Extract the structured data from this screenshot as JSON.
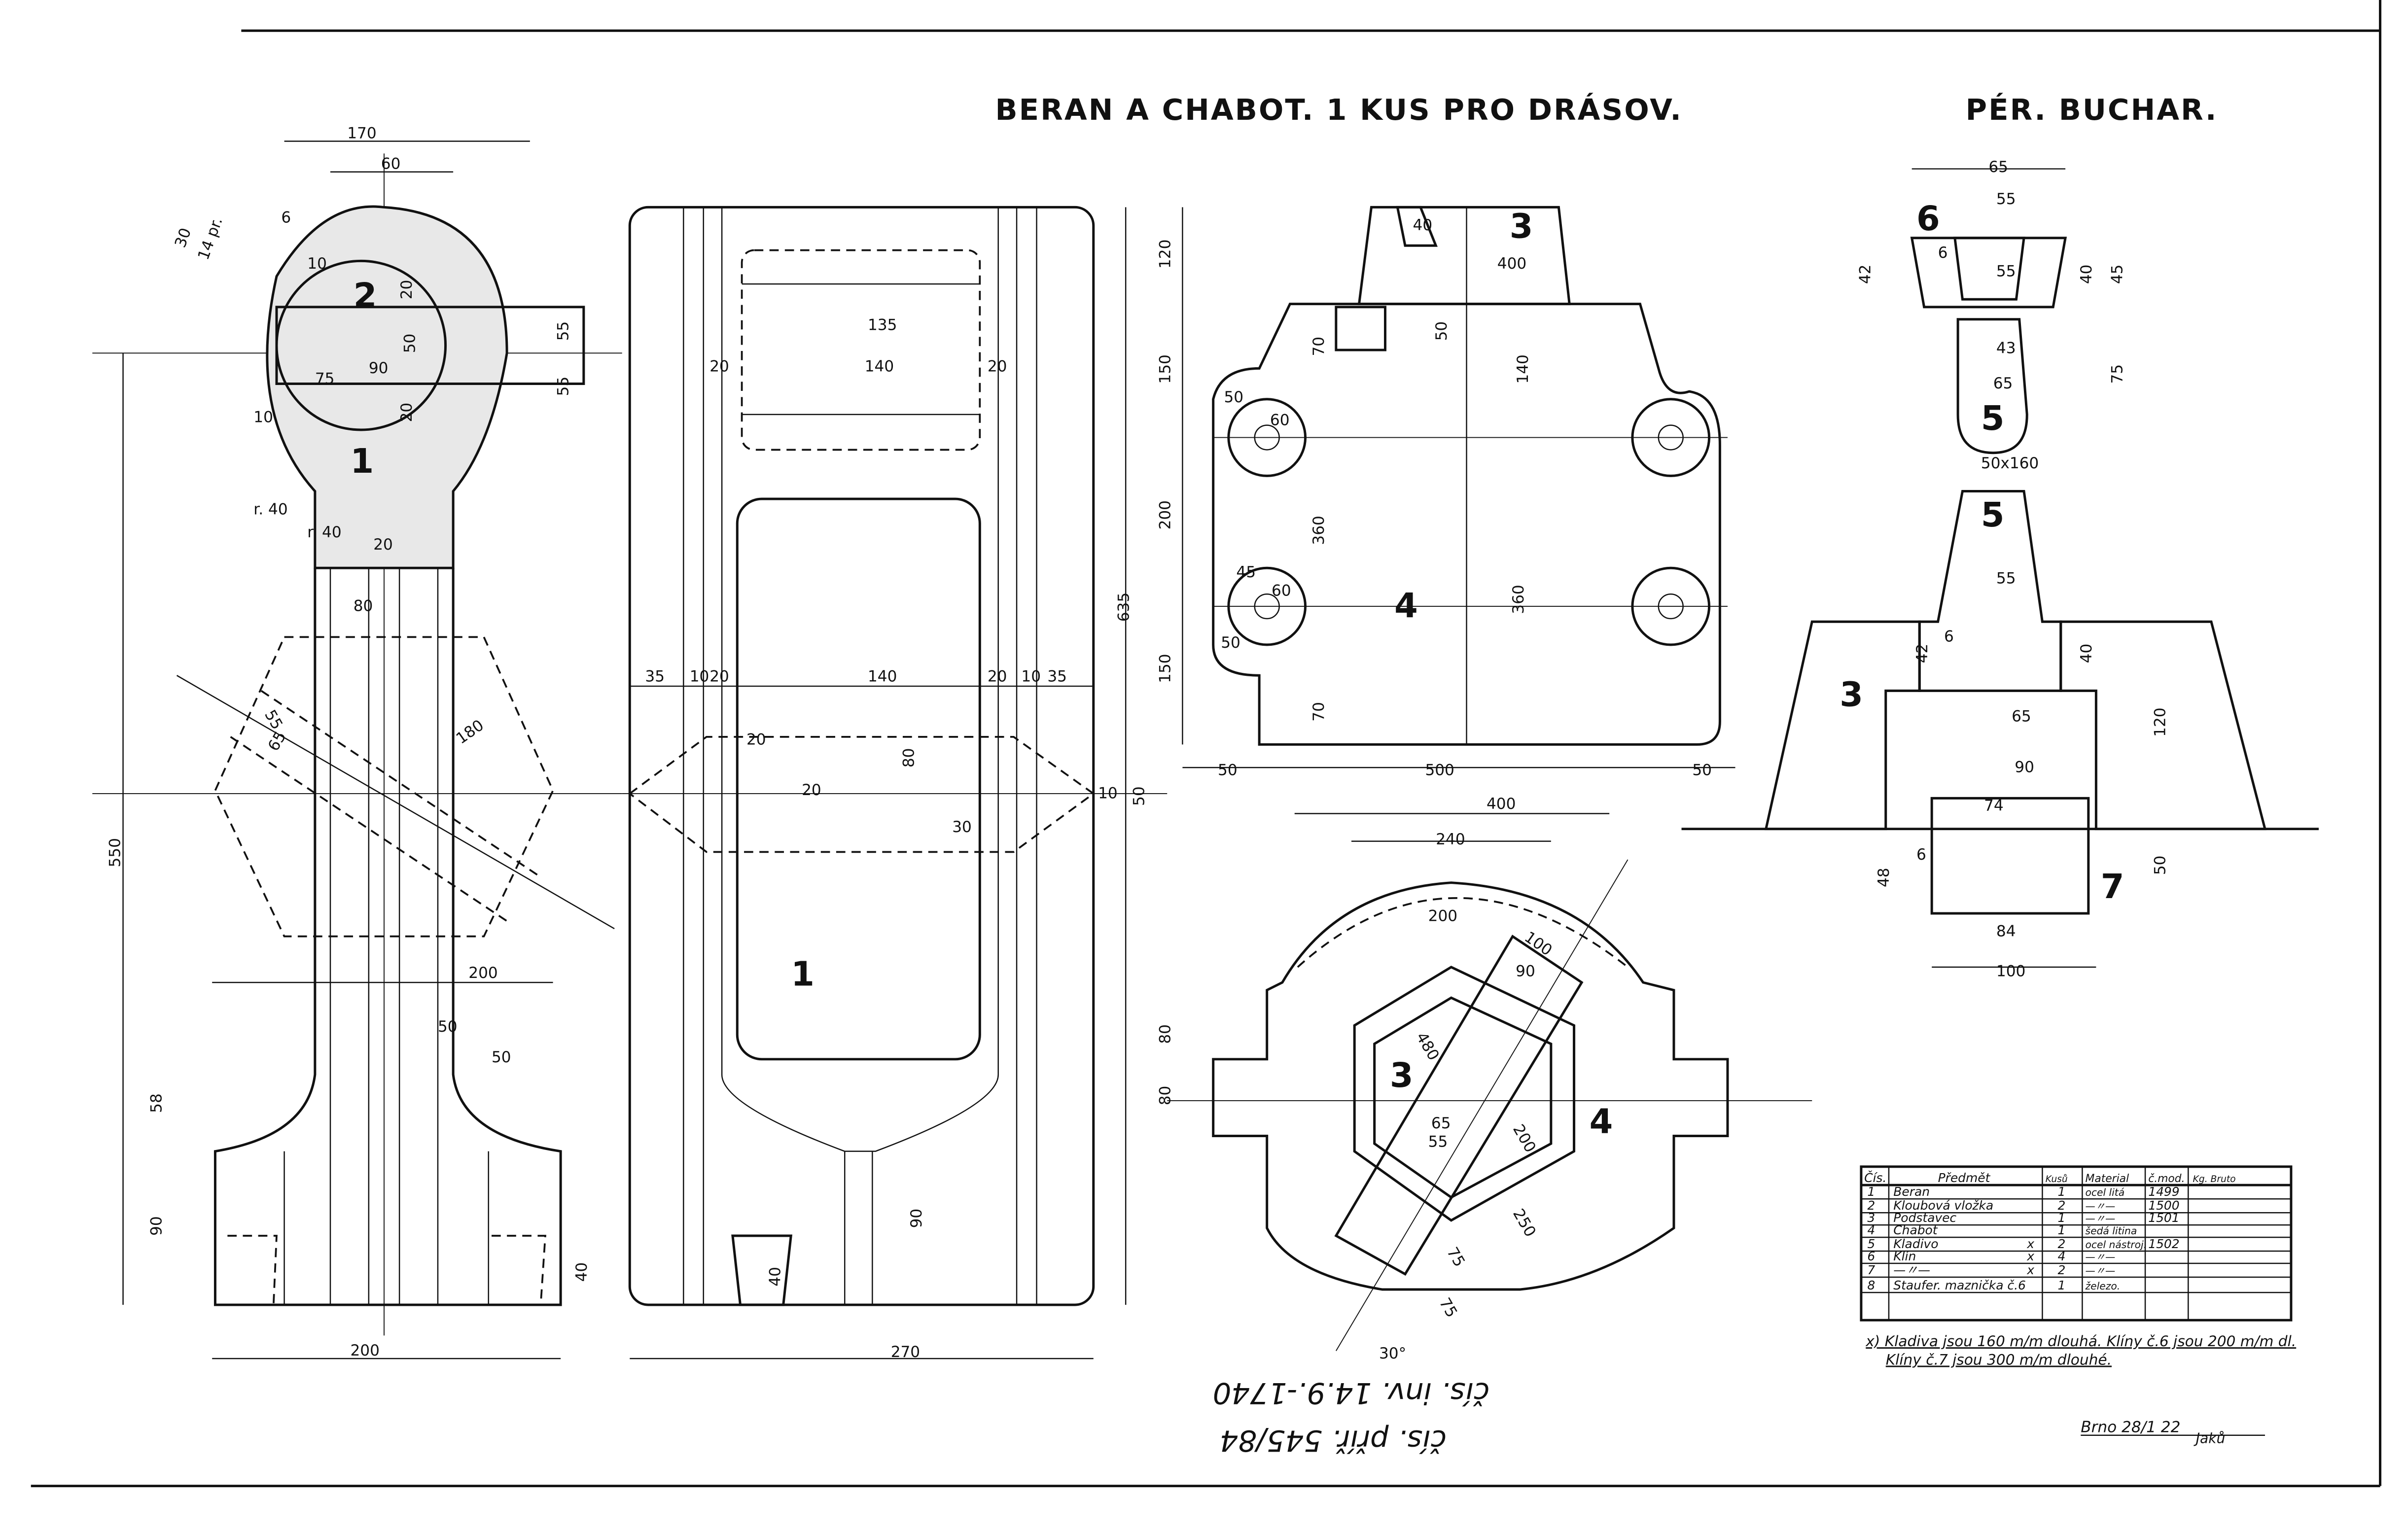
{
  "header": {
    "title": "BERAN A CHABOT. 1 KUS PRO DRÁSOV.",
    "subtitle": "PÉR. BUCHAR."
  },
  "part_numbers": {
    "p1": "1",
    "p2": "2",
    "p1b": "1",
    "p3a": "3",
    "p4a": "4",
    "p3b": "3",
    "p4b": "4",
    "p6": "6",
    "p5a": "5",
    "p5b": "5",
    "p3c": "3",
    "p7": "7"
  },
  "dims": {
    "d170": "170",
    "d60": "60",
    "d6a": "6",
    "d30": "30",
    "d14": "14 pr.",
    "d10a": "10",
    "d20a": "20",
    "d90": "90",
    "d50a": "50",
    "d75a": "75",
    "d20b": "20",
    "d10b": "10",
    "d55a": "55",
    "d55b": "55",
    "r40a": "r. 40",
    "r40b": "r. 40",
    "d20c": "20",
    "d80": "80",
    "d550": "550",
    "d55c": "55",
    "d65a": "65",
    "d180": "180",
    "d200a": "200",
    "d50b": "50",
    "d50c": "50",
    "d58": "58",
    "d90b": "90",
    "d40a": "40",
    "d200b": "200",
    "d135": "135",
    "d20d": "20",
    "d140a": "140",
    "d20e": "20",
    "d35a": "35",
    "d10c": "10",
    "d20f": "20",
    "d140b": "140",
    "d20g": "20",
    "d10d": "10",
    "d35b": "35",
    "d20h": "20",
    "d80b": "80",
    "d20i": "20",
    "d30a": "30",
    "d10e": "10",
    "d50d": "50",
    "d635": "635",
    "d90c": "90",
    "d40b": "40",
    "d270": "270",
    "d40c": "40",
    "d400a": "400",
    "d120a": "120",
    "d150a": "150",
    "d200c": "200",
    "d150b": "150",
    "d70a": "70",
    "d50e": "50",
    "d140c": "140",
    "d60a": "60",
    "d50f": "50",
    "d360a": "360",
    "d45a": "45",
    "d60b": "60",
    "d50g": "50",
    "d360b": "360",
    "d70b": "70",
    "d50h": "50",
    "d500": "500",
    "d50i": "50",
    "d400b": "400",
    "d240": "240",
    "d200d": "200",
    "d100": "100",
    "d90d": "90",
    "d80c": "80",
    "d80d": "80",
    "d480": "480",
    "d65b": "65",
    "d55d": "55",
    "d200e": "200",
    "d250": "250",
    "d75b": "75",
    "d75c": "75",
    "d30deg": "30°",
    "d65c": "65",
    "d55e": "55",
    "d6b": "6",
    "d55f": "55",
    "d42a": "42",
    "d40d": "40",
    "d45b": "45",
    "d43": "43",
    "d65d": "65",
    "d75d": "75",
    "d50x160": "50x160",
    "d55g": "55",
    "d6c": "6",
    "d42b": "42",
    "d40e": "40",
    "d65e": "65",
    "d120b": "120",
    "d90e": "90",
    "d74": "74",
    "d6d": "6",
    "d48": "48",
    "d50j": "50",
    "d84": "84",
    "d100b": "100"
  },
  "parts_list": {
    "headers": [
      "Čís.",
      "Předmět",
      "Kusů",
      "Material",
      "č.mod.",
      "Kg. Bruto"
    ],
    "rows": [
      {
        "no": "1",
        "item": "Beran",
        "mark": "",
        "qty": "1",
        "material": "ocel litá",
        "model": "1499",
        "kg": ""
      },
      {
        "no": "2",
        "item": "Kloubová vložka",
        "mark": "",
        "qty": "2",
        "material": "—〃—",
        "model": "1500",
        "kg": ""
      },
      {
        "no": "3",
        "item": "Podstavec",
        "mark": "",
        "qty": "1",
        "material": "—〃—",
        "model": "1501",
        "kg": ""
      },
      {
        "no": "4",
        "item": "Chabot",
        "mark": "",
        "qty": "1",
        "material": "šedá litina",
        "model": "",
        "kg": ""
      },
      {
        "no": "5",
        "item": "Kladivo",
        "mark": "x",
        "qty": "2",
        "material": "ocel nástroj.",
        "model": "1502",
        "kg": ""
      },
      {
        "no": "6",
        "item": "Klín",
        "mark": "x",
        "qty": "4",
        "material": "—〃—",
        "model": "",
        "kg": ""
      },
      {
        "no": "7",
        "item": "—〃—",
        "mark": "x",
        "qty": "2",
        "material": "—〃—",
        "model": "",
        "kg": ""
      },
      {
        "no": "8",
        "item": "Staufer. maznička č.6",
        "mark": "",
        "qty": "1",
        "material": "železo.",
        "model": "",
        "kg": ""
      }
    ]
  },
  "notes": {
    "line1": "x) Kladiva jsou 160 m/m dlouhá. Klíny č.6 jsou 200 m/m dl.",
    "line2": "Klíny č.7 jsou 300 m/m dlouhé."
  },
  "signature": {
    "place_date": "Brno 28/1 22",
    "name": "Jaků"
  },
  "inventory": {
    "inv_no": "čís. inv. 14.9.-1740",
    "acq_no": "čís. příř. 545/84"
  }
}
